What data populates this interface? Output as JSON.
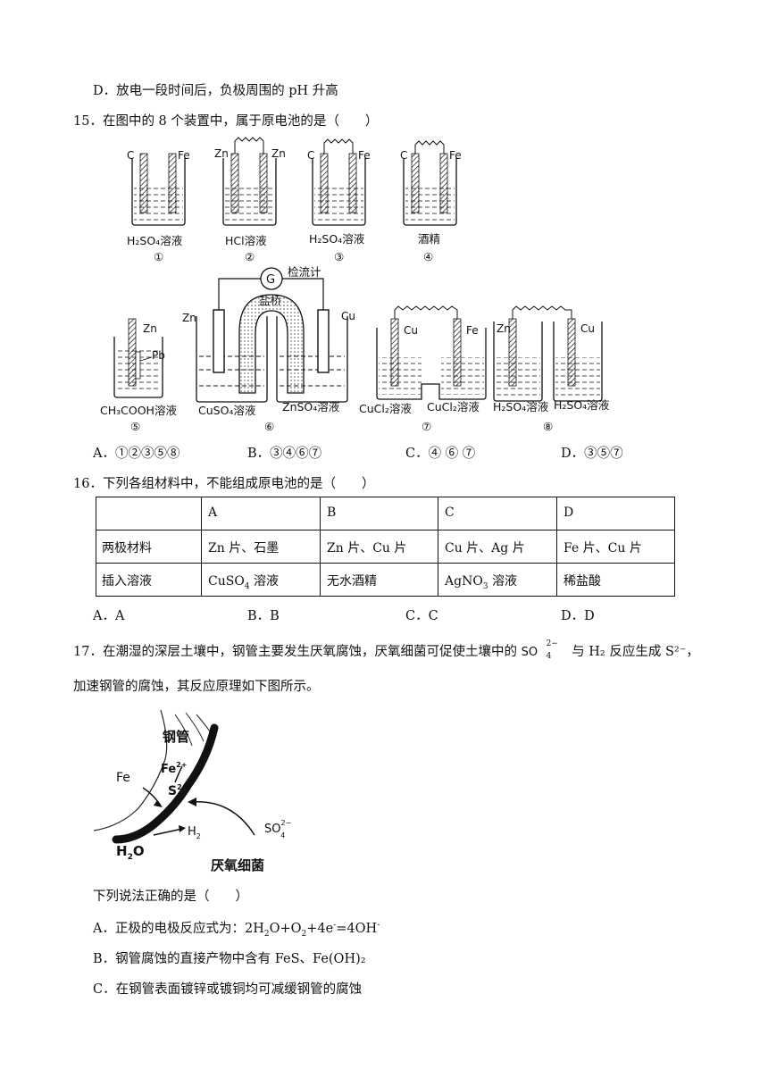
{
  "q14": {
    "optD": "D．放电一段时间后，负极周围的 pH 升高"
  },
  "q15": {
    "stem": "15．在图中的 8 个装置中，属于原电池的是（　　）",
    "devices": [
      {
        "electrodes": [
          "C",
          "Fe"
        ],
        "solution": "H₂SO₄溶液",
        "num": "①"
      },
      {
        "electrodes": [
          "Zn",
          "Zn"
        ],
        "solution": "HCl溶液",
        "num": "②"
      },
      {
        "electrodes": [
          "C",
          "Fe"
        ],
        "solution": "H₂SO₄溶液",
        "num": "③"
      },
      {
        "electrodes": [
          "C",
          "Fe"
        ],
        "solution": "酒精",
        "num": "④"
      },
      {
        "electrodes": [
          "Zn",
          "Pb"
        ],
        "solution": "CH₃COOH溶液",
        "num": "⑤"
      },
      {
        "electrodes": [
          "Zn",
          "Cu"
        ],
        "solution": "CuSO₄溶液",
        "solution2": "ZnSO₄溶液",
        "num": "⑥",
        "meter": "G",
        "meter_label": "检流计",
        "bridge_label": "盐桥"
      },
      {
        "electrodes": [
          "Cu",
          "Fe"
        ],
        "solution": "CuCl₂溶液",
        "solution2": "CuCl₂溶液",
        "num": "⑦"
      },
      {
        "electrodes": [
          "Zn",
          "Cu"
        ],
        "solution": "H₂SO₄溶液",
        "solution2": "H₂SO₄溶液",
        "num": "⑧"
      }
    ],
    "options": [
      "A．①②③⑤⑧",
      "B．③④⑥⑦",
      "C．④ ⑥ ⑦",
      "D．③⑤⑦"
    ]
  },
  "q16": {
    "stem": "16．下列各组材料中，不能组成原电池的是（　　）",
    "headers": [
      "",
      "A",
      "B",
      "C",
      "D"
    ],
    "row1": [
      "两极材料",
      "Zn 片、石墨",
      "Zn 片、Cu 片",
      "Cu 片、Ag 片",
      "Fe 片、Cu 片"
    ],
    "row2_label": "插入溶液",
    "row2_b": "无水酒精",
    "row2_d": "稀盐酸",
    "options": [
      "A．A",
      "B．B",
      "C．C",
      "D．D"
    ]
  },
  "q17": {
    "line1_pre": "17．在潮湿的深层土壤中，钢管主要发生厌氧腐蚀，厌氧细菌可促使土壤中的",
    "line1_post": "与 H₂ 反应生成 S²⁻，",
    "line2": "加速钢管的腐蚀，其反应原理如下图所示。",
    "fig_labels": {
      "pipe": "钢管",
      "fe": "Fe",
      "bacteria": "厌氧细菌"
    },
    "question": "下列说法正确的是（　　）",
    "optB": "B．钢管腐蚀的直接产物中含有 FeS、Fe(OH)₂",
    "optC": "C．在钢管表面镀锌或镀铜均可减缓钢管的腐蚀"
  }
}
